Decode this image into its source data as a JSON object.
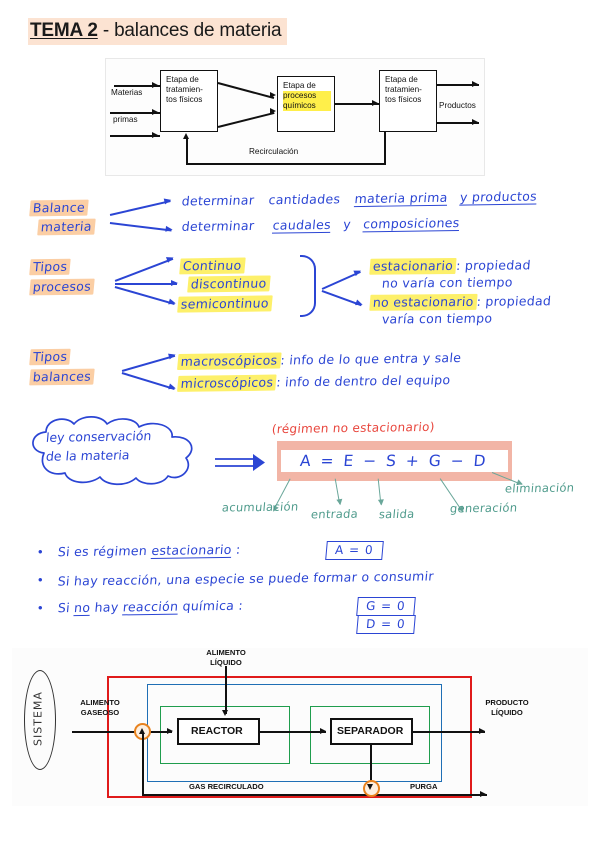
{
  "header": {
    "title_bold": "TEMA 2",
    "title_rest": " - balances de materia"
  },
  "diagram_top": {
    "name": "process-stages-diagram",
    "boxes": [
      {
        "line1": "Etapa de",
        "line2": "tratamien-",
        "line3": "tos físicos",
        "highlight": false
      },
      {
        "line1": "Etapa de",
        "line2": "procesos",
        "line3": "químicos",
        "highlight": true
      },
      {
        "line1": "Etapa de",
        "line2": "tratamien-",
        "line3": "tos físicos",
        "highlight": false
      }
    ],
    "input_label_1": "Materias",
    "input_label_2": "primas",
    "output_label": "Productos",
    "recycle_label": "Recirculación"
  },
  "section_balance": {
    "tag_line1": "Balance",
    "tag_line2": "materia",
    "row1_a": "determinar",
    "row1_b": "cantidades",
    "row1_c": "materia prima",
    "row1_d": "y productos",
    "row2_a": "determinar",
    "row2_b": "caudales",
    "row2_c": "y",
    "row2_d": "composiciones"
  },
  "section_tipos_procesos": {
    "tag_line1": "Tipos",
    "tag_line2": "procesos",
    "items": [
      "Continuo",
      "discontinuo",
      "semicontinuo"
    ],
    "right": [
      {
        "term": "estacionario",
        "sep": ": propiedad",
        "detail": "no varía con tiempo"
      },
      {
        "term": "no estacionario",
        "sep": ": propiedad",
        "detail": "varía con tiempo"
      }
    ]
  },
  "section_tipos_balances": {
    "tag_line1": "Tipos",
    "tag_line2": "balances",
    "items": [
      {
        "term": "macroscópicos",
        "detail": ": info de lo que entra y sale"
      },
      {
        "term": "microscópicos",
        "detail": ": info de dentro del equipo"
      }
    ]
  },
  "section_ley": {
    "cloud_line1": "ley conservación",
    "cloud_line2": "de la materia",
    "regime_note": "(régimen  no  estacionario)",
    "equation": "A =  E  −  S  +  G  −  D",
    "annotations": {
      "acumulacion": "acumulación",
      "entrada": "entrada",
      "salida": "salida",
      "generacion": "generación",
      "eliminacion": "eliminación"
    }
  },
  "bullets": [
    {
      "text_a": "Si es régimen ",
      "term": "estacionario",
      "text_b": " :",
      "box": "A = 0"
    },
    {
      "text_a": "Si hay reacción, una especie se puede formar o consumir",
      "term": "",
      "text_b": "",
      "box": ""
    },
    {
      "text_a": "Si ",
      "term": "no",
      "mid": " hay ",
      "term2": "reacción",
      "text_b": " química :",
      "box": "G = 0",
      "box2": "D = 0"
    }
  ],
  "diagram_bottom": {
    "name": "reactor-separator-flowsheet",
    "system_label": "SISTEMA",
    "feed_liquid": "ALIMENTO\nLÍQUIDO",
    "feed_liquid_l1": "ALIMENTO",
    "feed_liquid_l2": "LÍQUIDO",
    "feed_gas_l1": "ALIMENTO",
    "feed_gas_l2": "GASEOSO",
    "product_l1": "PRODUCTO",
    "product_l2": "LÍQUIDO",
    "unit_reactor": "REACTOR",
    "unit_separador": "SEPARADOR",
    "recycle": "GAS RECIRCULADO",
    "purge": "PURGA",
    "colors": {
      "system_boundary": "#e01b1b",
      "recycle_loop": "#1f6fb5",
      "unit_envelope": "#1f9d4d",
      "node": "#e8821e"
    }
  },
  "palette": {
    "ink_blue": "#2b45d4",
    "highlight_peach": "#fbcea4",
    "highlight_yellow": "#fdf06a",
    "band_salmon": "#f2b5a6",
    "red_note": "#e8453c",
    "teal_note": "#4f9b8c"
  }
}
